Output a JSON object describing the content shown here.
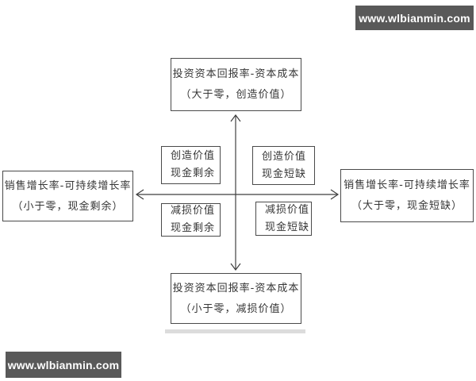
{
  "banners": {
    "top": {
      "text": "www.wlbianmin.com"
    },
    "bottom": {
      "text": "www.wlbianmin.com"
    }
  },
  "diagram": {
    "top_box": {
      "line1": "投资资本回报率-资本成本",
      "line2": "（大于零，创造价值）"
    },
    "bottom_box": {
      "line1": "投资资本回报率-资本成本",
      "line2": "（小于零，减损价值）"
    },
    "left_box": {
      "line1": "销售增长率-可持续增长率",
      "line2": "（小于零，现金剩余）"
    },
    "right_box": {
      "line1": "销售增长率-可持续增长率",
      "line2": "（大于零，现金短缺）"
    },
    "quadrants": {
      "top_left": {
        "line1": "创造价值",
        "line2": "现金剩余"
      },
      "top_right": {
        "line1": "创造价值",
        "line2": "现金短缺"
      },
      "bottom_left": {
        "line1": "减损价值",
        "line2": "现金剩余"
      },
      "bottom_right": {
        "line1": "减损价值",
        "line2": "现金短缺"
      }
    }
  },
  "colors": {
    "banner_bg": "#595959",
    "banner_text": "#ffffff",
    "box_border": "#4a4a4a",
    "text": "#363636",
    "axis_line": "#3f3f3f",
    "shadow_bar": "#dcdcdc",
    "background": "#ffffff"
  }
}
